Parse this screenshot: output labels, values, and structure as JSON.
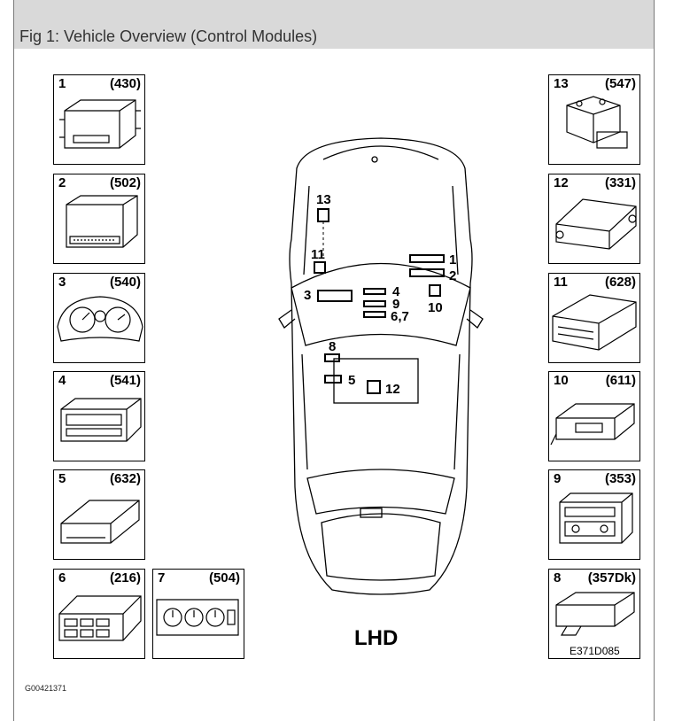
{
  "figure": {
    "caption": "Fig 1: Vehicle Overview (Control Modules)",
    "drive_side_label": "LHD",
    "drawing_code": "E371D085",
    "image_code": "G00421371"
  },
  "modules": [
    {
      "number": "1",
      "code": "(430)"
    },
    {
      "number": "2",
      "code": "(502)"
    },
    {
      "number": "3",
      "code": "(540)"
    },
    {
      "number": "4",
      "code": "(541)"
    },
    {
      "number": "5",
      "code": "(632)"
    },
    {
      "number": "6",
      "code": "(216)"
    },
    {
      "number": "7",
      "code": "(504)"
    },
    {
      "number": "13",
      "code": "(547)"
    },
    {
      "number": "12",
      "code": "(331)"
    },
    {
      "number": "11",
      "code": "(628)"
    },
    {
      "number": "10",
      "code": "(611)"
    },
    {
      "number": "9",
      "code": "(353)"
    },
    {
      "number": "8",
      "code": "(357Dk)"
    }
  ],
  "car_labels": {
    "l13": "13",
    "l11": "11",
    "l1": "1",
    "l2": "2",
    "l10": "10",
    "l3": "3",
    "l4": "4",
    "l9": "9",
    "l67": "6,7",
    "l8": "8",
    "l5": "5",
    "l12": "12"
  }
}
